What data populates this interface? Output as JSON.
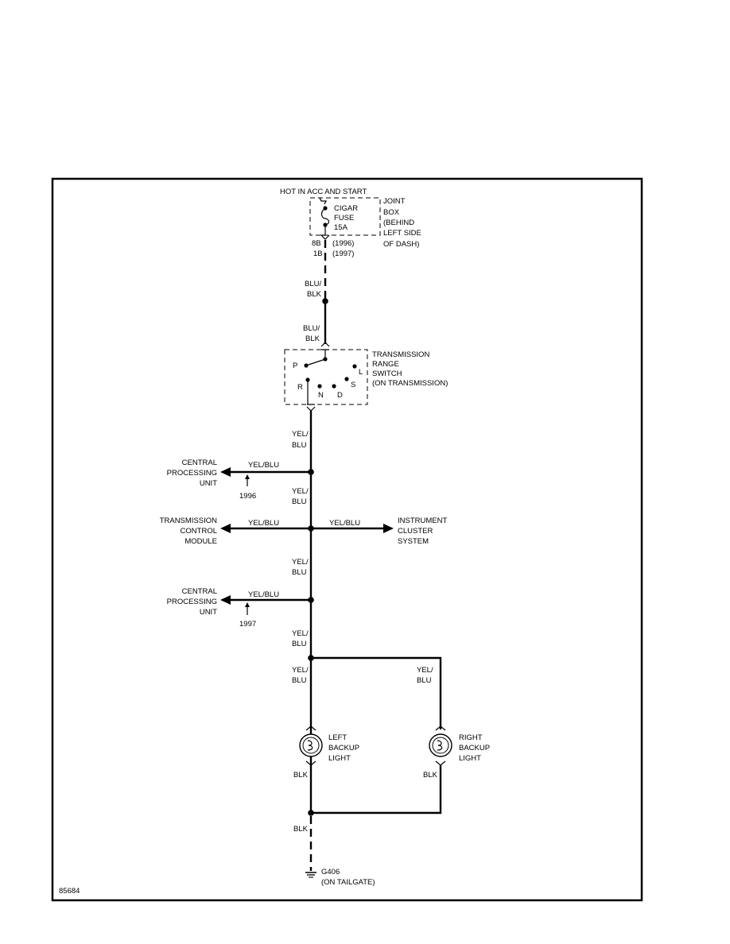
{
  "figure_id": "85684",
  "power": {
    "hot_label": "HOT IN ACC AND START",
    "fuse_lines": [
      "CIGAR",
      "FUSE",
      "15A"
    ],
    "box_lines": [
      "JOINT",
      "BOX",
      "(BEHIND",
      "LEFT SIDE",
      "OF DASH)"
    ],
    "pin_labels": [
      "8B",
      "1B"
    ],
    "year_labels": [
      "(1996)",
      "(1997)"
    ]
  },
  "wires": {
    "blu_blk_1": [
      "BLU/",
      "BLK"
    ],
    "blu_blk_2": [
      "BLU/",
      "BLK"
    ],
    "yel_blu_1": [
      "YEL/",
      "BLU"
    ],
    "yel_blu_2": [
      "YEL/",
      "BLU"
    ],
    "yel_blu_3": [
      "YEL/",
      "BLU"
    ],
    "yel_blu_4": [
      "YEL/",
      "BLU"
    ],
    "yel_blu_5": [
      "YEL/",
      "BLU"
    ],
    "yel_blu_right": [
      "YEL/",
      "BLU"
    ],
    "blk_left": "BLK",
    "blk_right": "BLK",
    "blk_ground": "BLK"
  },
  "switch": {
    "lines": [
      "TRANSMISSION",
      "RANGE",
      "SWITCH",
      "(ON TRANSMISSION)"
    ],
    "positions": [
      "P",
      "R",
      "N",
      "D",
      "S",
      "L"
    ]
  },
  "branches": {
    "cpu_1996": {
      "lines": [
        "CENTRAL",
        "PROCESSING",
        "UNIT"
      ],
      "wire": "YEL/BLU",
      "year": "1996"
    },
    "tcm": {
      "lines": [
        "TRANSMISSION",
        "CONTROL",
        "MODULE"
      ],
      "wire": "YEL/BLU"
    },
    "cluster": {
      "lines": [
        "INSTRUMENT",
        "CLUSTER",
        "SYSTEM"
      ],
      "wire": "YEL/BLU"
    },
    "cpu_1997": {
      "lines": [
        "CENTRAL",
        "PROCESSING",
        "UNIT"
      ],
      "wire": "YEL/BLU",
      "year": "1997"
    }
  },
  "lights": {
    "left": [
      "LEFT",
      "BACKUP",
      "LIGHT"
    ],
    "right": [
      "RIGHT",
      "BACKUP",
      "LIGHT"
    ]
  },
  "ground": {
    "id": "G406",
    "location": "(ON TAILGATE)"
  }
}
